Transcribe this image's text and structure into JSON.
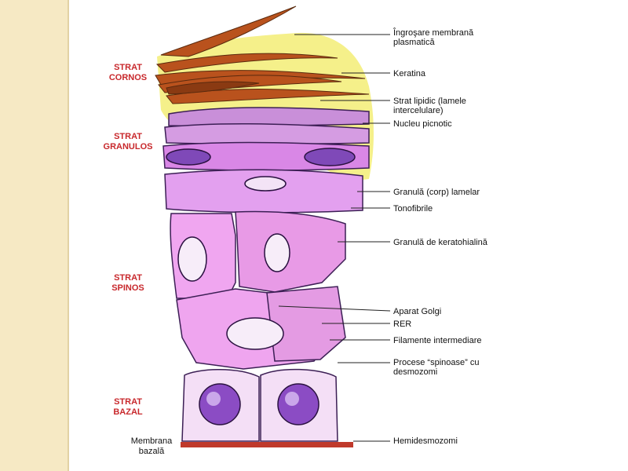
{
  "colors": {
    "side_strip": "#f6e9c4",
    "layer_label": "#c8282c",
    "keratin": "#b9521d",
    "lipid": "#f5f08a",
    "cell_pink": "#f0a6f0",
    "cell_mauve": "#d987e6",
    "nucleus": "#8b4cc4",
    "basement_membrane": "#c0392b"
  },
  "layers": {
    "cornos": "STRAT\nCORNOS",
    "granulos": "STRAT\nGRANULOS",
    "spinos": "STRAT\nSPINOS",
    "bazal": "STRAT\nBAZAL"
  },
  "membrana_bazala": "Membrana\nbazală",
  "callouts": [
    "Îngroşare membrană\nplasmatică",
    "Keratina",
    "Strat lipidic (lamele\nintercelulare)",
    "Nucleu picnotic",
    "Granulă (corp) lamelar",
    "Tonofibrile",
    "Granulă de keratohialină",
    "Aparat Golgi",
    "RER",
    "Filamente intermediare",
    "Procese “spinoase” cu\ndesmozomi",
    "Hemidesmozomi"
  ]
}
